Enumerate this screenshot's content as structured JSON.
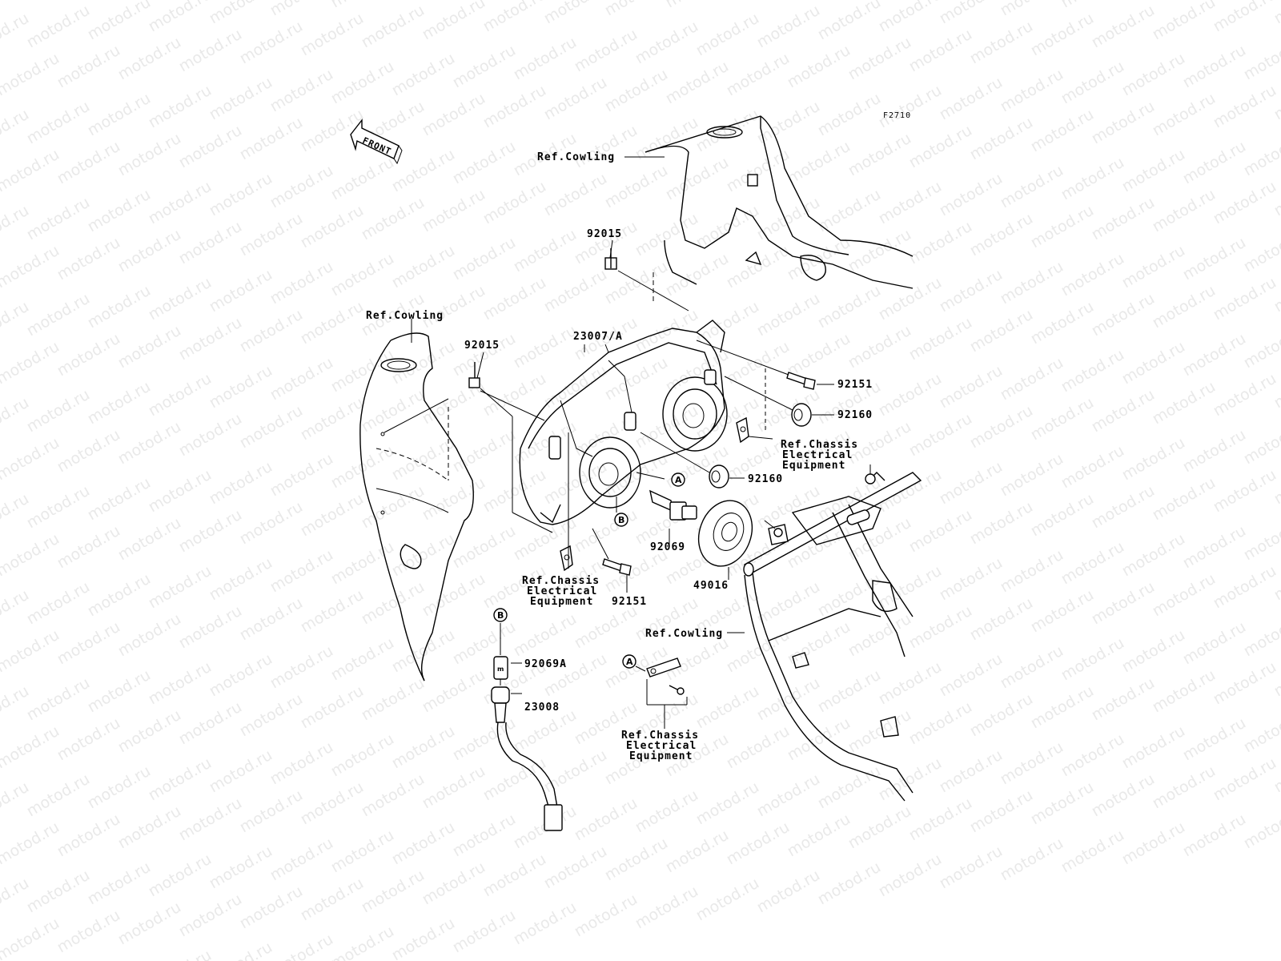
{
  "diagram": {
    "figure_code": "F2710",
    "front_arrow_text": "FRONT",
    "watermark": "motod.ru",
    "labels": {
      "ref_cowling_top": "Ref.Cowling",
      "part_92015_top": "92015",
      "ref_cowling_left": "Ref.Cowling",
      "part_92015_left": "92015",
      "part_23007a": "23007/A",
      "part_92151_right": "92151",
      "part_92160_upper": "92160",
      "ref_chassis_right_1": "Ref.Chassis",
      "ref_chassis_right_2": "Electrical",
      "ref_chassis_right_3": "Equipment",
      "part_92160_lower": "92160",
      "marker_a_headlight": "A",
      "marker_b_headlight": "B",
      "part_92069": "92069",
      "part_49016": "49016",
      "ref_chassis_left_1": "Ref.Chassis",
      "ref_chassis_left_2": "Electrical",
      "ref_chassis_left_3": "Equipment",
      "part_92151_lower": "92151",
      "ref_cowling_frame": "Ref.Cowling",
      "marker_b_bulb": "B",
      "part_92069a": "92069A",
      "part_23008": "23008",
      "marker_a_bracket": "A",
      "ref_chassis_bottom_1": "Ref.Chassis",
      "ref_chassis_bottom_2": "Electrical",
      "ref_chassis_bottom_3": "Equipment"
    }
  }
}
